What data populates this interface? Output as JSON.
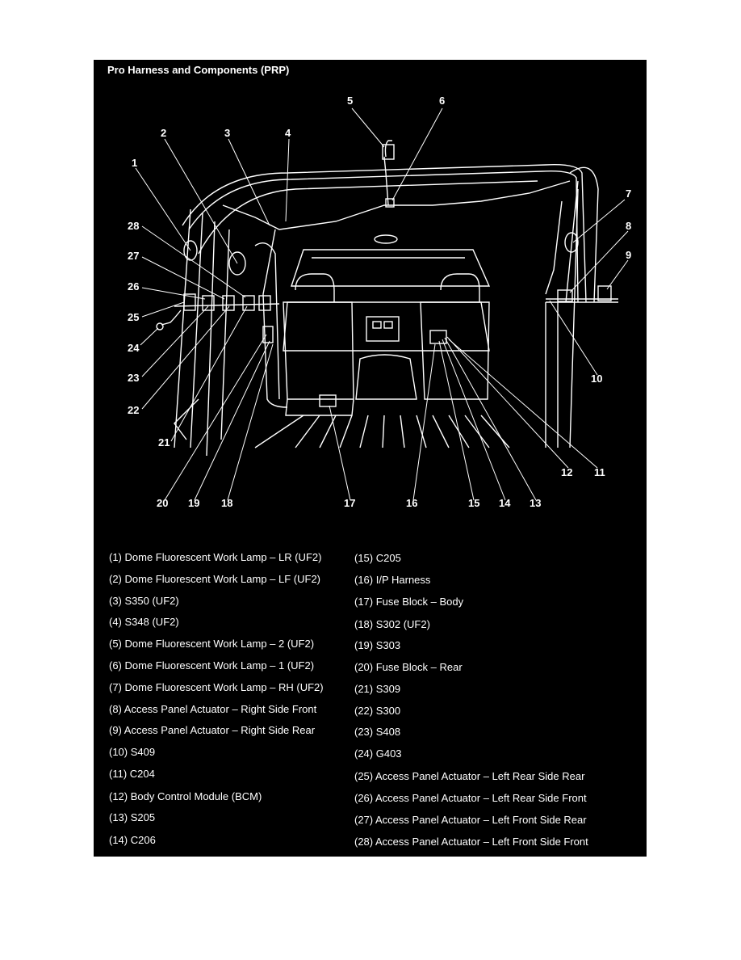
{
  "title": "Pro Harness and Components (PRP)",
  "callouts": [
    "1",
    "2",
    "3",
    "4",
    "5",
    "6",
    "7",
    "8",
    "9",
    "10",
    "11",
    "12",
    "13",
    "14",
    "15",
    "16",
    "17",
    "18",
    "19",
    "20",
    "21",
    "22",
    "23",
    "24",
    "25",
    "26",
    "27",
    "28"
  ],
  "legend": [
    "(1) Dome Fluorescent Work Lamp – LR (UF2)",
    "(2) Dome Fluorescent Work Lamp – LF (UF2)",
    "(3) S350 (UF2)",
    "(4) S348 (UF2)",
    "(5) Dome Fluorescent Work Lamp – 2 (UF2)",
    "(6) Dome Fluorescent Work Lamp – 1 (UF2)",
    "(7) Dome Fluorescent Work Lamp – RH (UF2)",
    "(8) Access Panel Actuator – Right Side Front",
    "(9) Access Panel Actuator – Right Side Rear",
    "(10) S409",
    "(11) C204",
    "(12) Body Control Module (BCM)",
    "(13) S205",
    "(14) C206",
    "(15) C205",
    "(16) I/P Harness",
    "(17) Fuse Block – Body",
    "(18) S302 (UF2)",
    "(19) S303",
    "(20) Fuse Block – Rear",
    "(21) S309",
    "(22) S300",
    "(23) S408",
    "(24) G403",
    "(25) Access Panel Actuator – Left Rear Side Rear",
    "(26) Access Panel Actuator – Left Rear Side Front",
    "(27) Access Panel Actuator – Left Front Side Rear",
    "(28) Access Panel Actuator – Left Front Side Front"
  ]
}
